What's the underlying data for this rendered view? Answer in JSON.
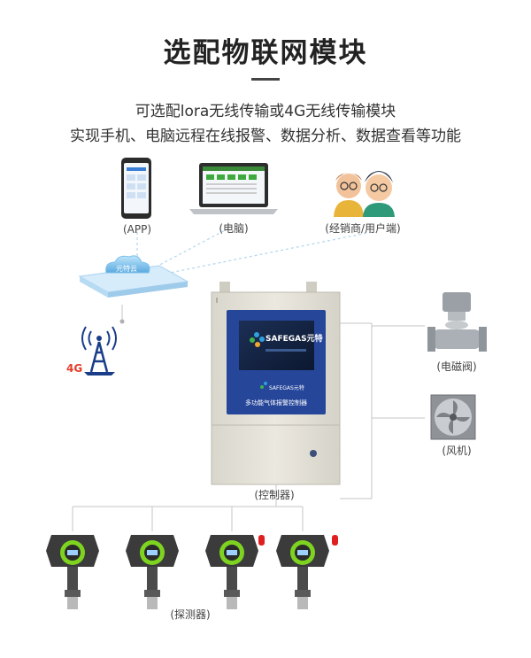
{
  "header": {
    "title": "选配物联网模块",
    "line1": "可选配lora无线传输或4G无线传输模块",
    "line2": "实现手机、电脑远程在线报警、数据分析、数据查看等功能"
  },
  "labels": {
    "app": "(APP)",
    "pc": "(电脑)",
    "dealer": "(经销商/用户端)",
    "cloud": "元特云",
    "tower": "4G",
    "controller": "(控制器)",
    "valve": "(电磁阀)",
    "fan": "(风机)",
    "detector": "(探测器)"
  },
  "controller_screen": {
    "logo": "SAFEGAS元特",
    "panel_text": "多功能气体报警控制器"
  },
  "colors": {
    "panel_blue": "#26469a",
    "cabinet": "#e4e1d7",
    "detector_green": "#7ed321",
    "alarm_red": "#e02020",
    "cloud_blue": "#5ab4ea"
  }
}
